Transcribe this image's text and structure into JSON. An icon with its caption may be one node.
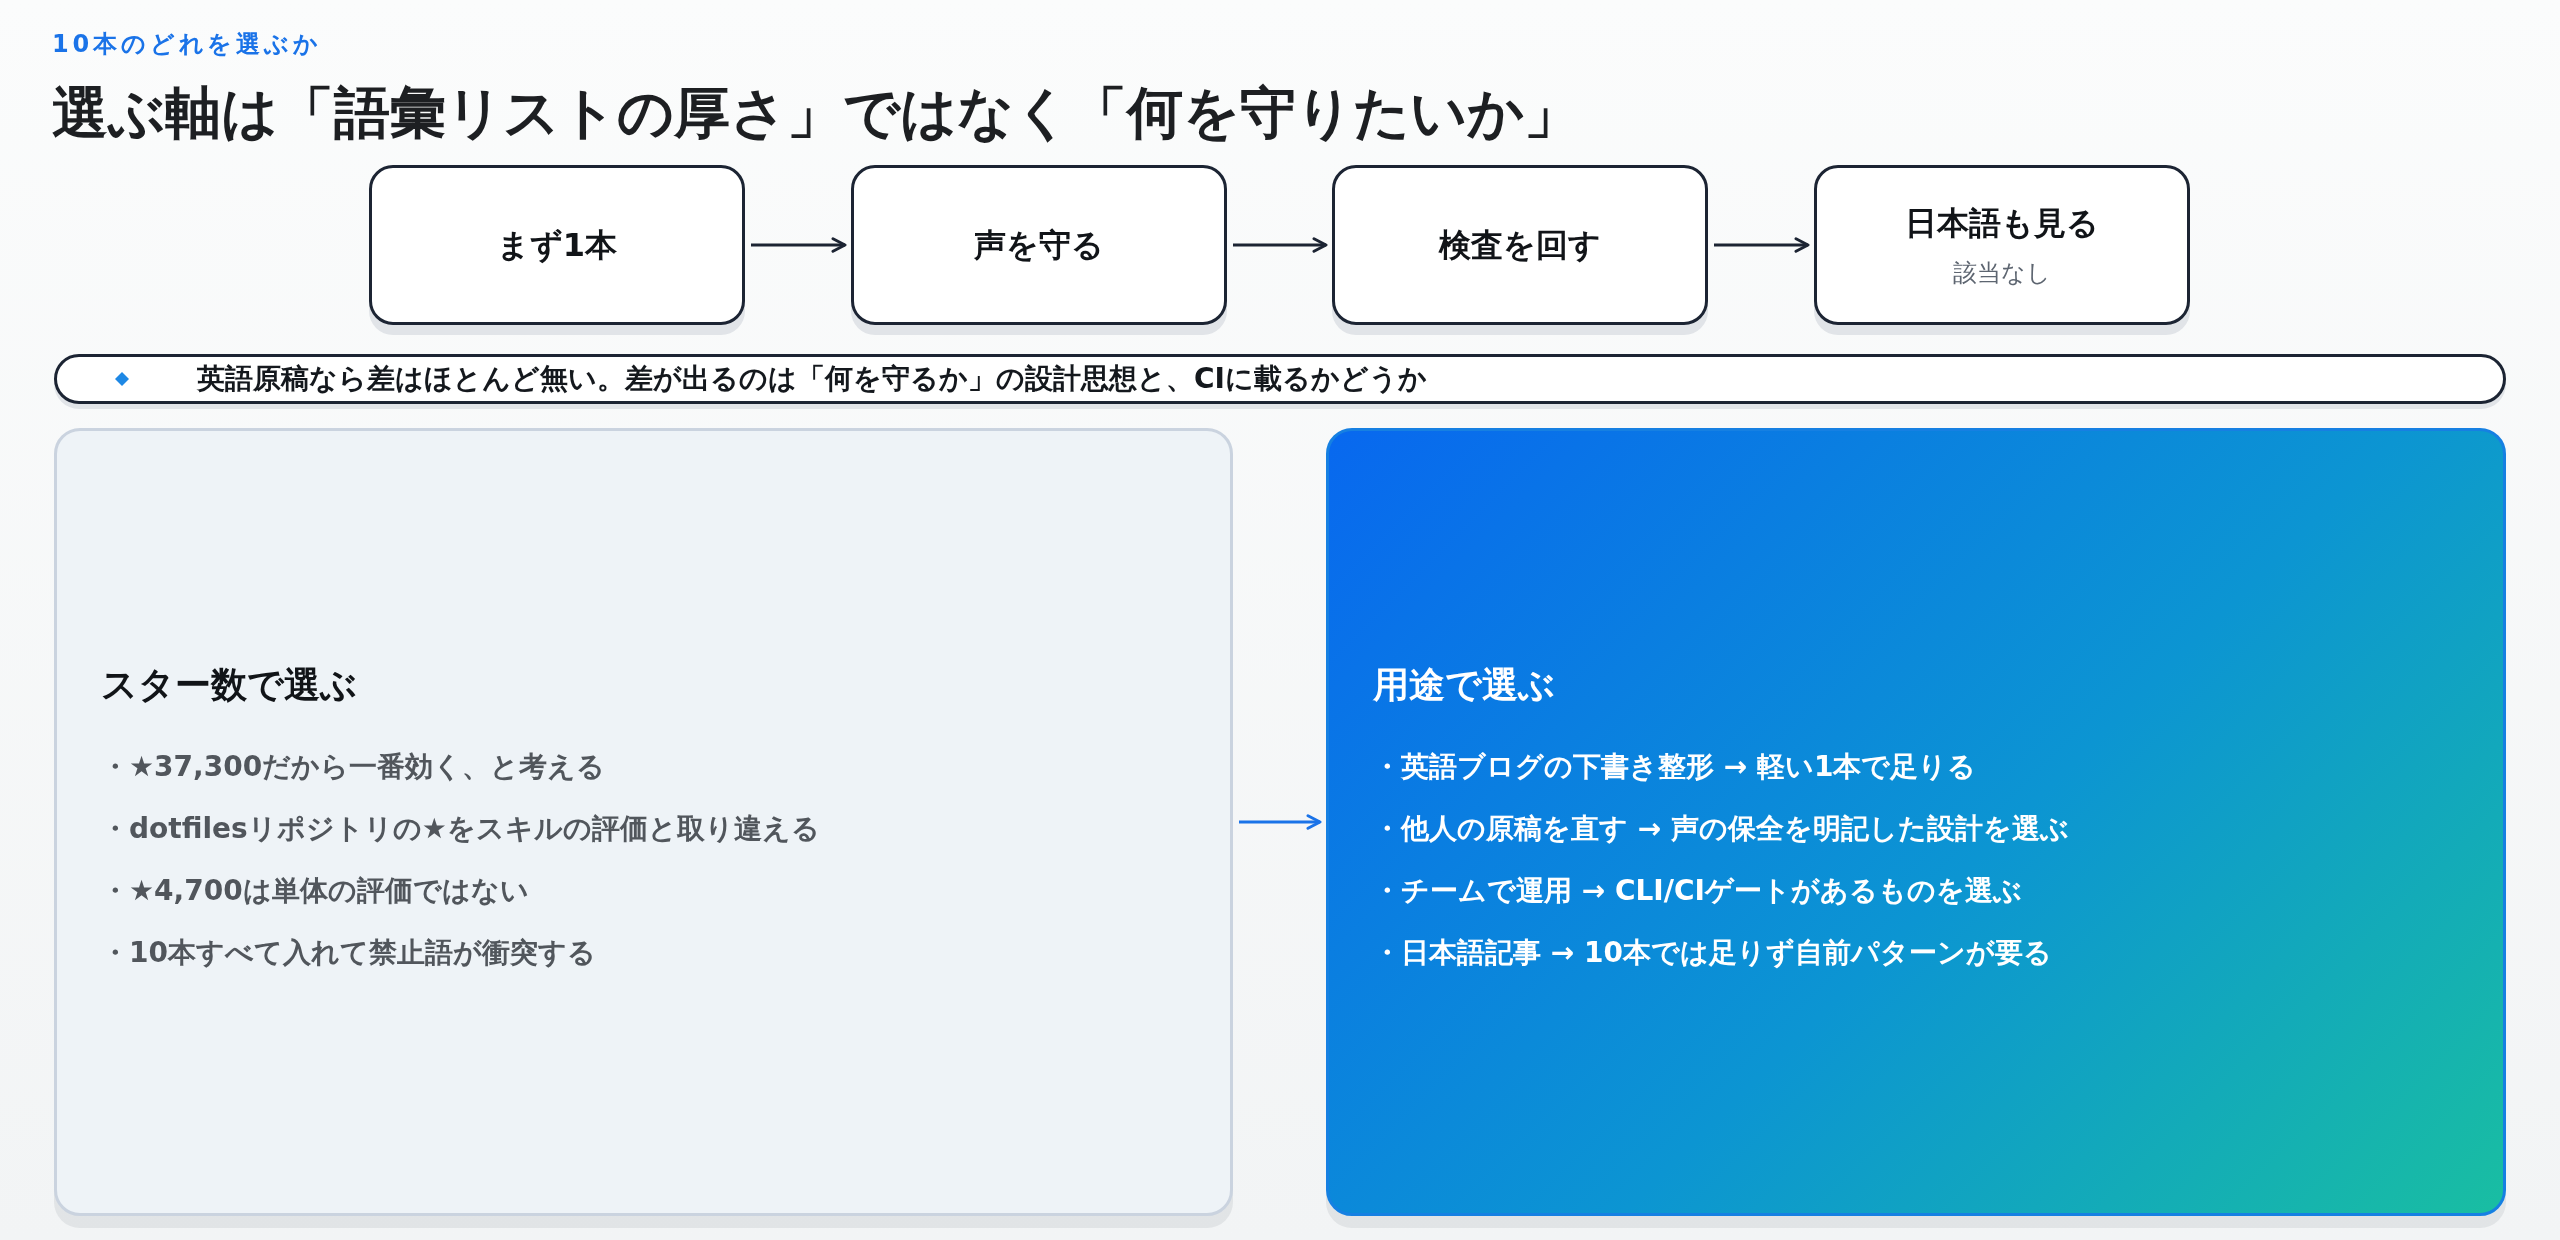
{
  "diagram": {
    "title": "選ぶ軸は「語彙リストの厚さ」ではなく「何を守りたいか」",
    "nodes": [
      {
        "text": [
          "まず1本"
        ]
      },
      {
        "text": [
          "声を守る"
        ]
      },
      {
        "text": [
          "検査を回す"
        ]
      },
      {
        "text": [
          "日本語も見る",
          "該当なし"
        ]
      },
      {
        "text": [
          "英語原稿なら差はほとんど無い。差が出るのは「何を守るか」の設計思想と、CIに載るかどうか"
        ]
      },
      {
        "text": [
          "スター数で選ぶ",
          "・★37,300だから一番効く、と考える",
          "・dotfilesリポジトリの★をスキルの評価と取り違える",
          "・★4,700は単体の評価ではない",
          "・10本すべて入れて禁止語が衝突する"
        ]
      },
      {
        "text": [
          "用途で選ぶ",
          "・英語ブログの下書き整形 → 軽い1本で足りる",
          "・他人の原稿を直す → 声の保全を明記した設計を選ぶ",
          "・チームで運用 → CLI/CIゲートがあるものを選ぶ",
          "・日本語記事 → 10本では足りず自前パターンが要る"
        ]
      }
    ],
    "edges": [
      {
        "from": 0,
        "to": 1,
        "arrow": "to"
      },
      {
        "from": 1,
        "to": 2,
        "arrow": "to"
      },
      {
        "from": 2,
        "to": 3,
        "arrow": "to"
      },
      {
        "from": 5,
        "to": 6,
        "arrow": "to",
        "color": "#1a73e8"
      }
    ],
    "labels": [
      "10本のどれを選ぶか"
    ]
  }
}
